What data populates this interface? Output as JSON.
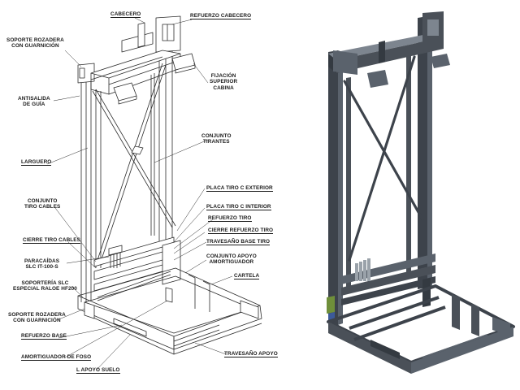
{
  "left_diagram": {
    "labels": {
      "cabecero": "CABECERO",
      "refuerzo_cabecero": "REFUERZO CABECERO",
      "soporte_rozadera_top": "SOPORTE ROZADERA\nCON GUARNICIÓN",
      "fijacion_superior": "FIJACIÓN\nSUPERIOR\nCABINA",
      "antisalida": "ANTISALIDA\nDE GUÍA",
      "conjunto_tirantes": "CONJUNTO\nTIRANTES",
      "larguero": "LARGUERO",
      "placa_tiro_exterior": "PLACA TIRO C EXTERIOR",
      "conjunto_tiro_cables": "CONJUNTO\nTIRO CABLES",
      "placa_tiro_interior": "PLACA TIRO C INTERIOR",
      "refuerzo_tiro": "REFUERZO TIRO",
      "cierre_refuerzo_tiro": "CIERRE REFUERZO TIRO",
      "cierre_tiro_cables": "CIERRE TIRO CABLES",
      "travesano_base_tiro": "TRAVESAÑO BASE TIRO",
      "paracaidas": "PARACAÍDAS\nSLC IT-100-S",
      "conjunto_apoyo_amortiguador": "CONJUNTO APOYO\nAMORTIGUADOR",
      "soporteria": "SOPORTERÍA SLC\nESPECIAL RALOE HF200",
      "cartela": "CARTELA",
      "soporte_rozadera_bottom": "SOPORTE ROZADERA\nCON GUARNICIÓN",
      "refuerzo_base": "REFUERZO BASE",
      "amortiguador_foso": "AMORTIGUADOR DE FOSO",
      "travesano_apoyo": "TRAVESAÑO APOYO",
      "apoyo_suelo": "L APOYO SUELO"
    }
  },
  "colors": {
    "line_drawing": "#2b2b2b",
    "steel_dark": "#3d434b",
    "steel_mid": "#5a626c",
    "steel_light": "#7d858f",
    "accent_green": "#6f8f3a",
    "accent_blue": "#3c5a9a"
  }
}
